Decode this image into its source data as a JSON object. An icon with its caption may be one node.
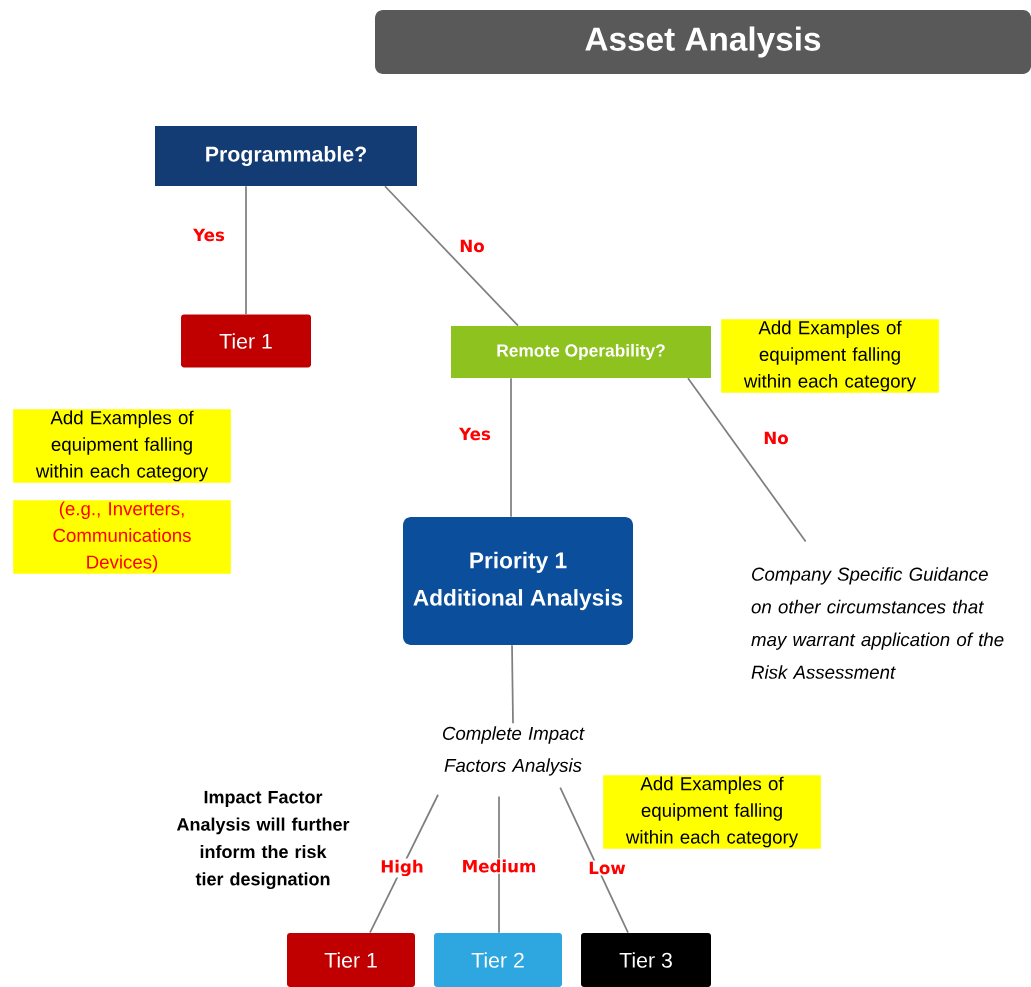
{
  "diagram": {
    "title": "Asset Analysis",
    "nodes": [
      {
        "text": [
          "Programmable?"
        ]
      },
      {
        "text": [
          "Tier 1"
        ]
      },
      {
        "text": [
          "Remote Operability?"
        ]
      },
      {
        "text": [
          "Priority 1",
          "Additional Analysis"
        ]
      },
      {
        "text": [
          "Complete Impact Factors Analysis"
        ]
      },
      {
        "text": [
          "Company Specific Guidance on other circumstances that may warrant application of the Risk Assessment"
        ]
      },
      {
        "text": [
          "Tier 1"
        ]
      },
      {
        "text": [
          "Tier 2"
        ]
      },
      {
        "text": [
          "Tier 3"
        ]
      }
    ],
    "edges": [
      {
        "from": 0,
        "to": 1,
        "arrow": "none",
        "label": "Yes"
      },
      {
        "from": 0,
        "to": 2,
        "arrow": "none",
        "label": "No"
      },
      {
        "from": 2,
        "to": 3,
        "arrow": "none",
        "label": "Yes"
      },
      {
        "from": 2,
        "to": 5,
        "arrow": "none",
        "label": "No"
      },
      {
        "from": 3,
        "to": 4,
        "arrow": "none"
      },
      {
        "from": 4,
        "to": 6,
        "arrow": "none",
        "label": "High"
      },
      {
        "from": 4,
        "to": 7,
        "arrow": "none",
        "label": "Medium"
      },
      {
        "from": 4,
        "to": 8,
        "arrow": "none",
        "label": "Low"
      }
    ],
    "labels": [
      "Add Examples of equipment falling within each category",
      "Add Examples of equipment falling within each category",
      "(e.g., Inverters, Communications Devices)",
      "Impact Factor Analysis will further inform the risk tier designation",
      "Add Examples of equipment falling within each category"
    ]
  }
}
